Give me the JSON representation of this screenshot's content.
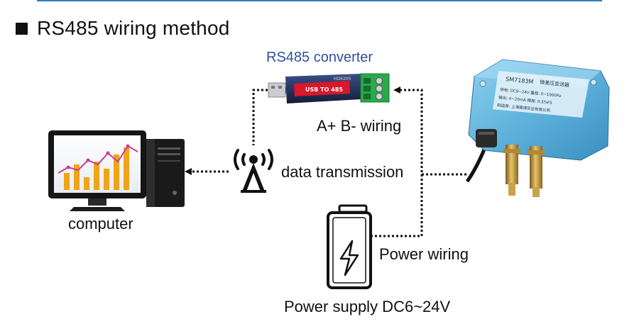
{
  "heading": {
    "title": "RS485 wiring method"
  },
  "labels": {
    "converter": "RS485 converter",
    "wiring_ab": "A+ B- wiring",
    "data_transmission": "data transmission",
    "computer": "computer",
    "power_wiring": "Power wiring",
    "power_supply": "Power supply DC6~24V"
  },
  "converter_device": {
    "text_main": "USB TO 485",
    "text_model": "HD6205"
  },
  "transmitter_device": {
    "model": "SM7183M",
    "lines": [
      "微差压变送器",
      "供电: DC9~24V  量程: 0~1000Pa",
      "输出: 4~20mA   精度: 0.5%FS",
      "制造商: 上海搜博实业有限公司"
    ]
  },
  "colors": {
    "accent_rule": "#2f7fc0",
    "converter_title": "#2e4f9f",
    "converter_body": "#1d2a4d",
    "converter_red": "#d9182a",
    "terminal_green": "#2aa84a",
    "transmitter_body": "#5fb2dc",
    "brass": "#c9a24a"
  }
}
